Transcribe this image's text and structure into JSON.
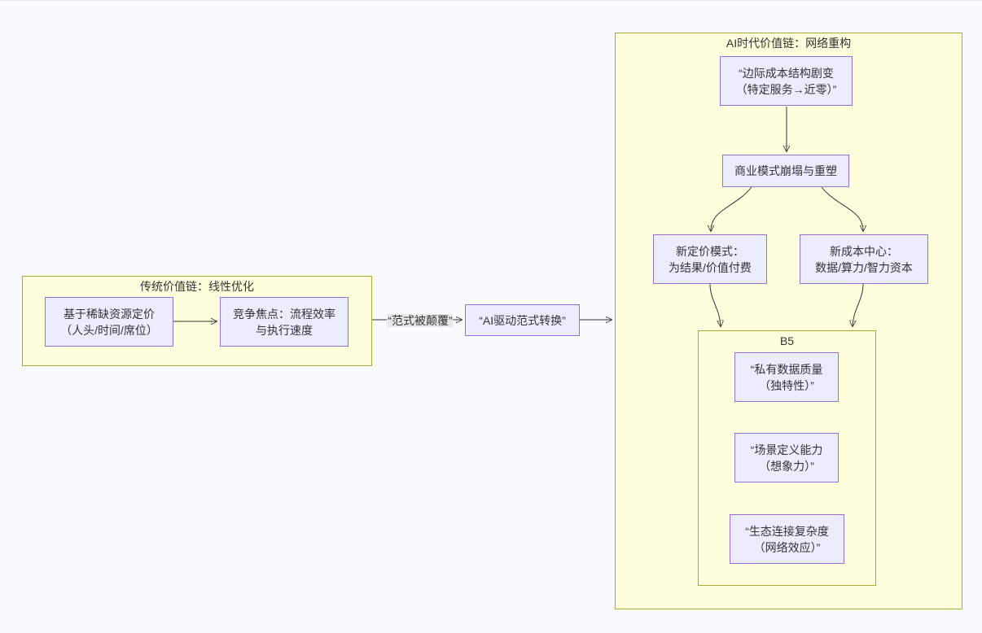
{
  "diagram": {
    "clusters": {
      "traditional": {
        "title": "传统价值链：线性优化"
      },
      "ai": {
        "title": "AI时代价值链：网络重构"
      },
      "b5": {
        "title": "B5"
      }
    },
    "nodes": {
      "scarce_pricing": {
        "line1": "基于稀缺资源定价",
        "line2": "（人头/时间/席位）"
      },
      "competition_focus": {
        "line1": "竞争焦点：流程效率",
        "line2": "与执行速度"
      },
      "paradigm_shift": {
        "line1": "“AI驱动范式转换”"
      },
      "marginal_cost": {
        "line1": "“边际成本结构剧变",
        "line2": "（特定服务→近零）”"
      },
      "business_model": {
        "line1": "商业模式崩塌与重塑"
      },
      "new_pricing": {
        "line1": "新定价模式：",
        "line2": "为结果/价值付费"
      },
      "new_cost_center": {
        "line1": "新成本中心：",
        "line2": "数据/算力/智力资本"
      },
      "private_data": {
        "line1": "“私有数据质量",
        "line2": "（独特性）”"
      },
      "scenario_ability": {
        "line1": "“场景定义能力",
        "line2": "（想象力）”"
      },
      "ecosystem_complexity": {
        "line1": "“生态连接复杂度",
        "line2": "（网络效应）”"
      }
    },
    "edges": {
      "paradigm_label": "“范式被颠覆”"
    },
    "colors": {
      "node_fill": "#ECECFF",
      "node_border": "#9370DB",
      "cluster_fill": "#ffffde",
      "cluster_border": "#aaaa33",
      "edge_stroke": "#333333",
      "edge_label_bg": "#e8e8e8",
      "page_bg": "#fafbfc"
    }
  }
}
